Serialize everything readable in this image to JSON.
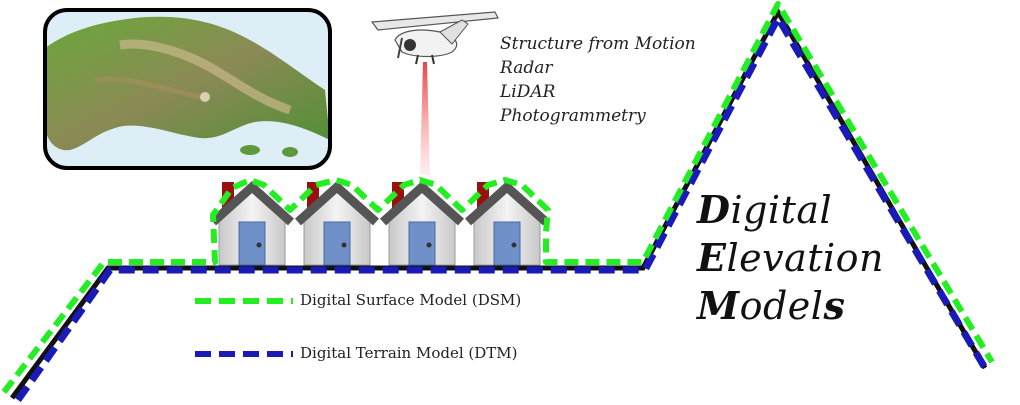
{
  "diagram": {
    "methods": [
      "Structure from Motion",
      "Radar",
      "LiDAR",
      "Photogrammetry"
    ],
    "title": [
      {
        "initial": "D",
        "rest": "igital"
      },
      {
        "initial": "E",
        "rest": "levation"
      },
      {
        "initial": "M",
        "rest": "odels",
        "final_bold": "s"
      }
    ],
    "legend": [
      {
        "label": "Digital Surface Model (DSM)",
        "color": "#22ee22"
      },
      {
        "label": "Digital Terrain Model (DTM)",
        "color": "#1a1ab8"
      }
    ],
    "house_count": 4,
    "colors": {
      "dsm": "#22ee22",
      "dtm": "#1a1ab8",
      "terrain": "#111111",
      "roof": "#555555",
      "chimney": "#9a1010",
      "door": "#6f90c8",
      "beam": "#e03030"
    }
  }
}
